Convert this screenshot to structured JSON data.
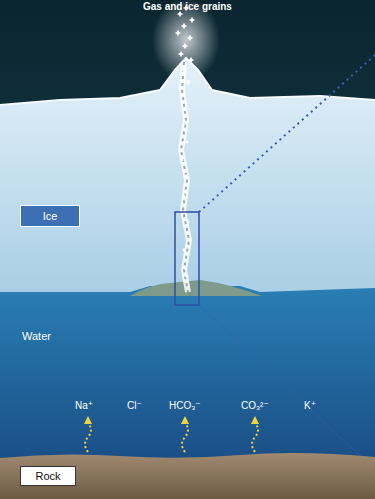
{
  "diagram": {
    "title": "Gas and ice grains",
    "nodes": [
      {
        "text": [
          "Ice"
        ]
      },
      {
        "text": [
          "Rock"
        ]
      }
    ],
    "labels": [
      "Water",
      "Na⁺",
      "Cl⁻",
      "HCO₃⁻",
      "CO₃²⁻",
      "K⁺"
    ]
  }
}
